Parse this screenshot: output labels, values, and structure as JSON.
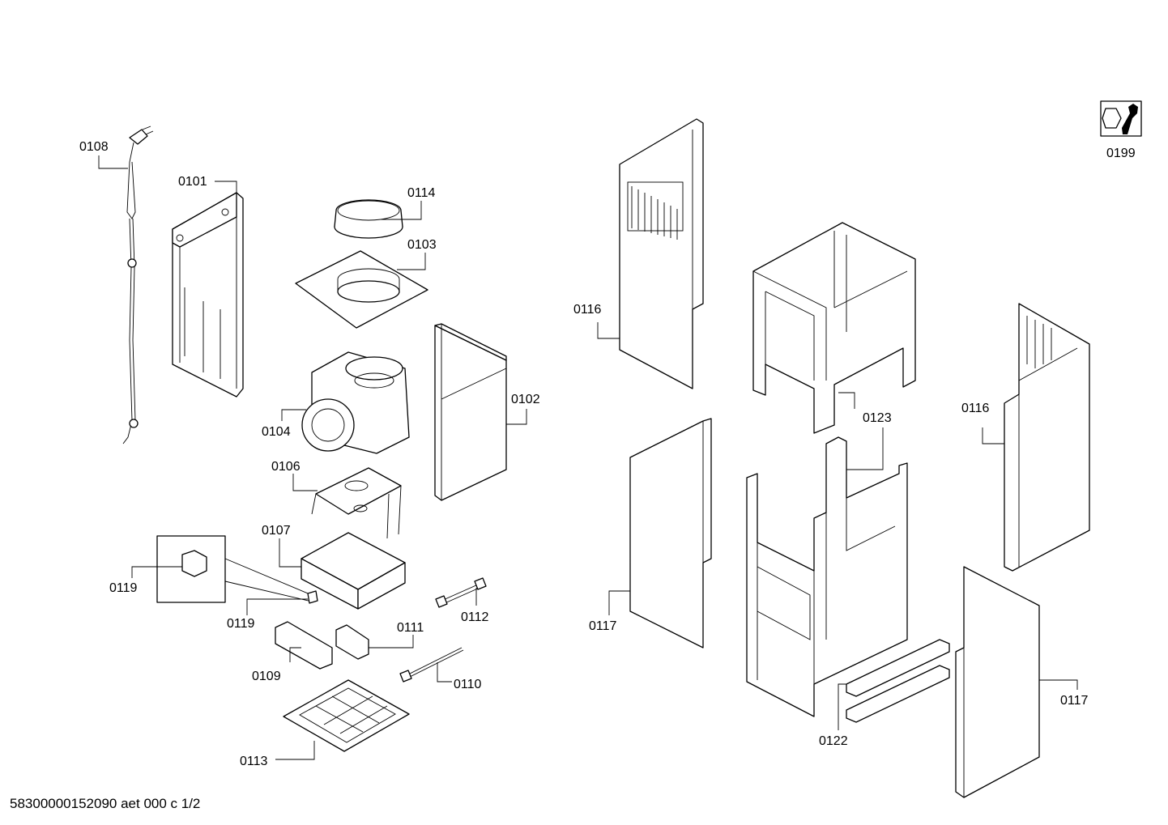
{
  "footer": {
    "document_code": "58300000152090 aet 000 c 1/2"
  },
  "service_icon": {
    "icon": "wrench-nut-icon",
    "label": "0199"
  },
  "labels": {
    "p0101": "0101",
    "p0102": "0102",
    "p0103": "0103",
    "p0104": "0104",
    "p0106": "0106",
    "p0107": "0107",
    "p0108": "0108",
    "p0109": "0109",
    "p0110": "0110",
    "p0111": "0111",
    "p0112": "0112",
    "p0113": "0113",
    "p0114": "0114",
    "p0116_left": "0116",
    "p0116_right": "0116",
    "p0117_left": "0117",
    "p0117_right": "0117",
    "p0119_box": "0119",
    "p0119_part": "0119",
    "p0122": "0122",
    "p0123": "0123"
  }
}
